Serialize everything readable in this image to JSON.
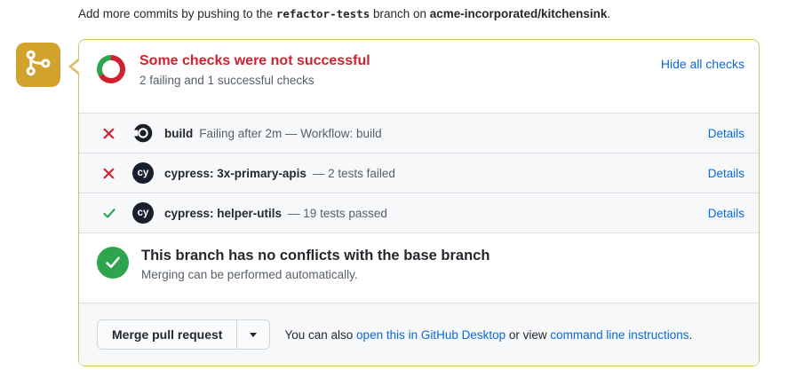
{
  "top_note": {
    "prefix": "Add more commits by pushing to the ",
    "branch": "refactor-tests",
    "middle": " branch on ",
    "repo": "acme-incorporated/kitchensink",
    "suffix": "."
  },
  "checks_header": {
    "title": "Some checks were not successful",
    "subtitle": "2 failing and 1 successful checks",
    "hide_link": "Hide all checks",
    "donut": {
      "failing": 2,
      "successful": 1
    }
  },
  "checks": [
    {
      "status": "fail",
      "app": "circleci",
      "name": "build",
      "description": "Failing after 2m — Workflow: build",
      "details": "Details"
    },
    {
      "status": "fail",
      "app": "cypress",
      "icon_text": "cy",
      "name": "cypress: 3x-primary-apis",
      "description": "— 2 tests failed",
      "details": "Details"
    },
    {
      "status": "pass",
      "app": "cypress",
      "icon_text": "cy",
      "name": "cypress: helper-utils",
      "description": "— 19 tests passed",
      "details": "Details"
    }
  ],
  "mergeability": {
    "title": "This branch has no conflicts with the base branch",
    "subtitle": "Merging can be performed automatically."
  },
  "merge_bar": {
    "button": "Merge pull request",
    "also_prefix": "You can also ",
    "desktop_link": "open this in GitHub Desktop",
    "or_view": " or view ",
    "cli_link": "command line instructions",
    "suffix": "."
  },
  "colors": {
    "accent_yellow": "#d1a32d",
    "panel_border": "#d9bf69",
    "danger": "#cf222e",
    "success": "#2da44e",
    "link": "#0969da",
    "muted": "#57606a",
    "fg": "#24292f",
    "row_bg": "#f6f8fa"
  }
}
